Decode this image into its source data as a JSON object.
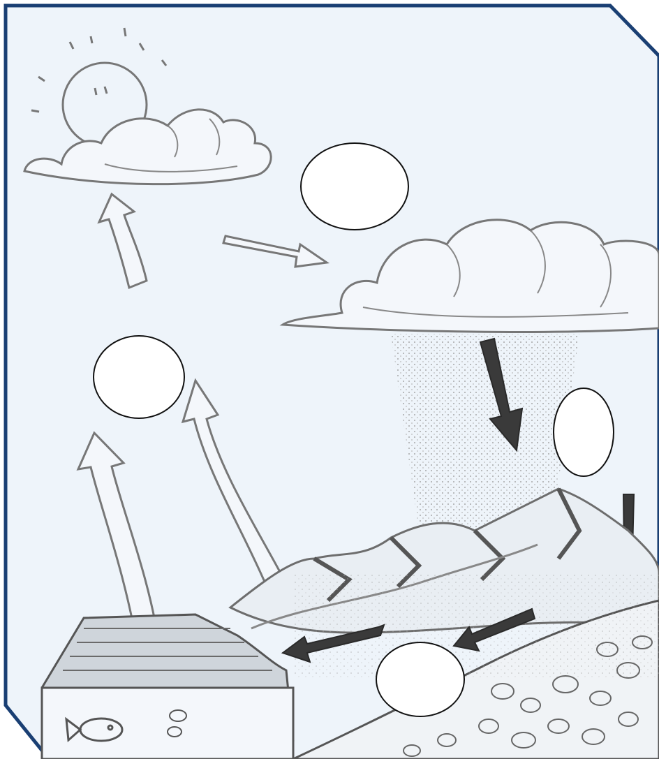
{
  "diagram": {
    "subject": "water cycle",
    "label_ovals": [
      {
        "id": "label-blank-condensation",
        "text": ""
      },
      {
        "id": "label-blank-evaporation",
        "text": ""
      },
      {
        "id": "label-blank-precipitation",
        "text": ""
      },
      {
        "id": "label-blank-collection",
        "text": ""
      }
    ],
    "colors": {
      "background": "#eef4fa",
      "frame": "#1a3f73",
      "line": "#6d6d6d",
      "dark_arrow": "#3a3a3a",
      "oval_fill": "#ffffff",
      "oval_stroke": "#111111"
    }
  }
}
